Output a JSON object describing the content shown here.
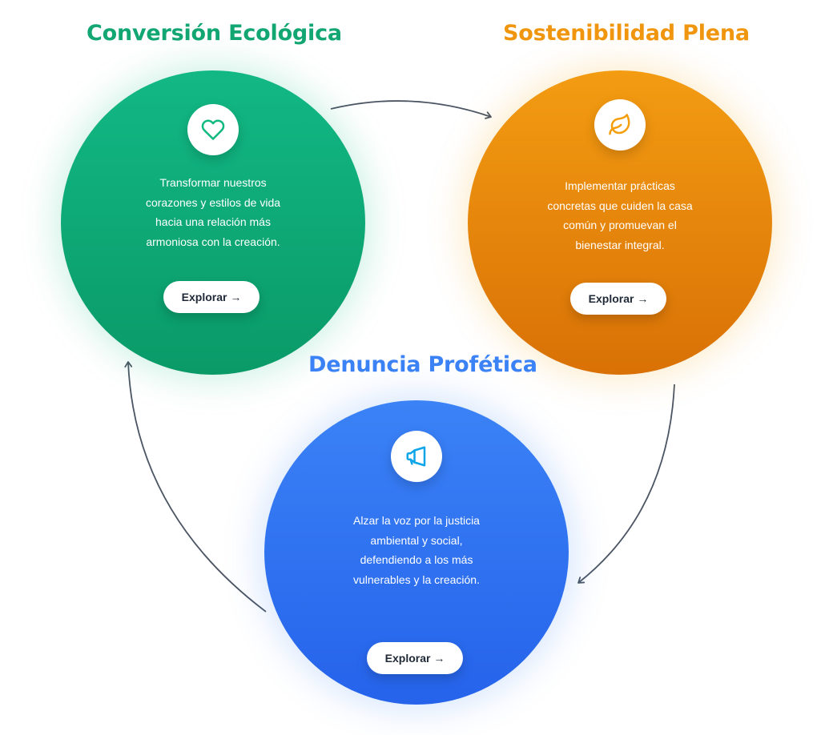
{
  "stages": {
    "conversion": {
      "title": "Conversión Ecológica",
      "description": "Transformar nuestros corazones y estilos de vida hacia una relación más armoniosa con la creación.",
      "button_label": "Explorar →",
      "icon": "heart-icon",
      "color": "#12a673"
    },
    "sostenibilidad": {
      "title": "Sostenibilidad Plena",
      "description": "Implementar prácticas concretas que cuiden la casa común y promuevan el bienestar integral.",
      "button_label": "Explorar →",
      "icon": "leaf-icon",
      "color": "#f0960e"
    },
    "denuncia": {
      "title": "Denuncia Profética",
      "description": "Alzar la voz por la justicia ambiental y social, defendiendo a los más vulnerables y la creación.",
      "button_label": "Explorar →",
      "icon": "megaphone-icon",
      "color": "#3b82f6"
    }
  },
  "arrow_color": "#4b5563"
}
